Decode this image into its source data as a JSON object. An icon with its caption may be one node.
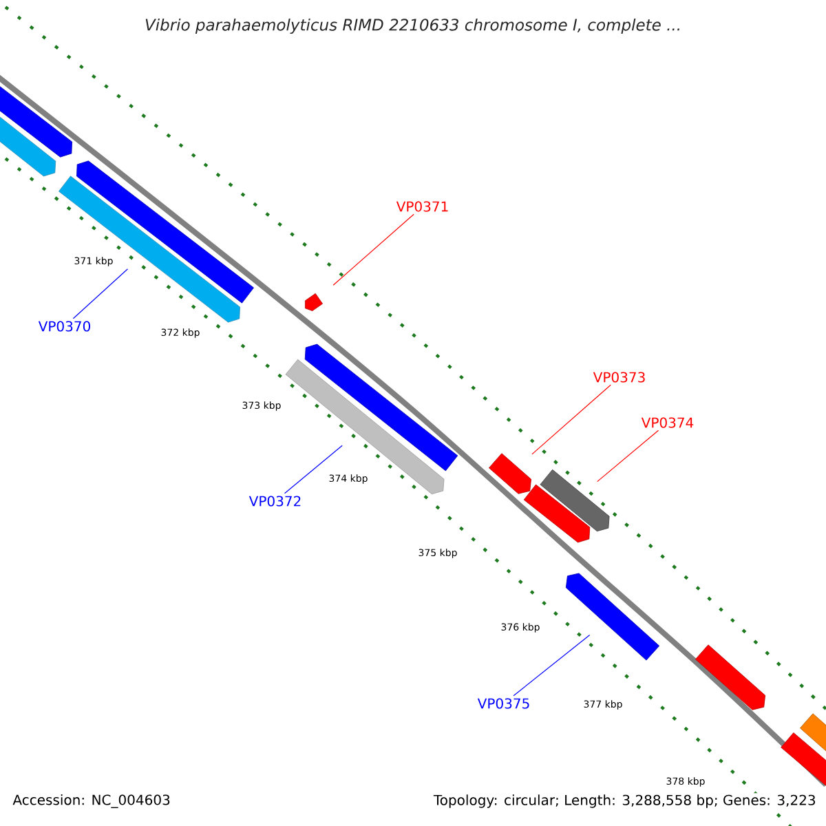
{
  "diagram": {
    "title": "Vibrio parahaemolyticus RIMD 2210633 chromosome I, complete ...",
    "nodes": [
      {
        "text": [
          "VP0371"
        ]
      },
      {
        "text": [
          "VP0370"
        ]
      },
      {
        "text": [
          "VP0373"
        ]
      },
      {
        "text": [
          "VP0374"
        ]
      },
      {
        "text": [
          "VP0372"
        ]
      },
      {
        "text": [
          "VP0375"
        ]
      },
      {
        "text": [],
        "shape": "arrow"
      },
      {
        "text": [],
        "shape": "arrow"
      },
      {
        "text": [],
        "shape": "arrow"
      },
      {
        "text": [],
        "shape": "arrow"
      },
      {
        "text": [],
        "shape": "arrow"
      },
      {
        "text": [],
        "shape": "arrow"
      },
      {
        "text": [],
        "shape": "arrow"
      },
      {
        "text": [],
        "shape": "arrow"
      },
      {
        "text": [],
        "shape": "arrow"
      },
      {
        "text": [],
        "shape": "arrow"
      },
      {
        "text": [],
        "shape": "arrow"
      },
      {
        "text": [],
        "shape": "arrow"
      },
      {
        "text": [],
        "shape": "arrow"
      },
      {
        "text": [],
        "shape": "arrow"
      }
    ],
    "edges": [
      {
        "from": 0,
        "to": 10,
        "arrow": "none",
        "color": "#ff0000"
      },
      {
        "from": 1,
        "to": 9,
        "arrow": "none",
        "color": "#0000ff"
      },
      {
        "from": 2,
        "to": 13,
        "arrow": "none",
        "color": "#ff0000"
      },
      {
        "from": 3,
        "to": 14,
        "arrow": "none",
        "color": "#ff0000"
      },
      {
        "from": 4,
        "to": 12,
        "arrow": "none",
        "color": "#0000ff"
      },
      {
        "from": 5,
        "to": 16,
        "arrow": "none",
        "color": "#0000ff"
      }
    ],
    "labels": [
      "371 kbp",
      "372 kbp",
      "373 kbp",
      "374 kbp",
      "375 kbp",
      "376 kbp",
      "377 kbp",
      "378 kbp",
      "Accession: NC_004603",
      "Topology: circular; Length: 3,288,558 bp; Genes: 3,223"
    ]
  }
}
